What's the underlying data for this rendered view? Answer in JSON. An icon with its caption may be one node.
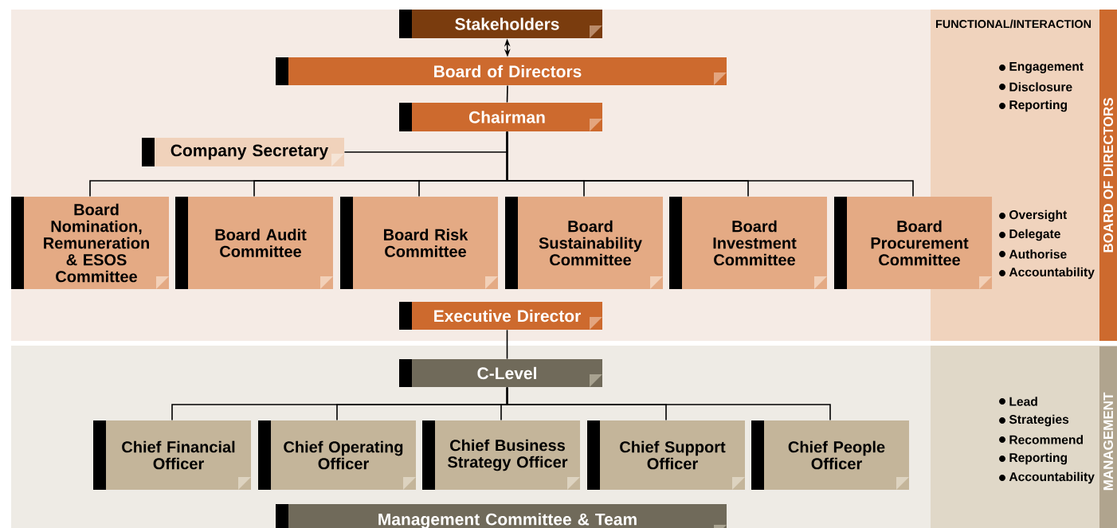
{
  "diagram": {
    "nodes": [
      {
        "text": [
          "Stakeholders"
        ]
      },
      {
        "text": [
          "Board of Directors"
        ]
      },
      {
        "text": [
          "Chairman"
        ]
      },
      {
        "text": [
          "Company Secretary"
        ]
      },
      {
        "text": [
          "Board Nomination, Remuneration & ESOS Committee"
        ]
      },
      {
        "text": [
          "Board Audit Committee"
        ]
      },
      {
        "text": [
          "Board Risk Committee"
        ]
      },
      {
        "text": [
          "Board Sustainability Committee"
        ]
      },
      {
        "text": [
          "Board Investment Committee"
        ]
      },
      {
        "text": [
          "Board Procurement Committee"
        ]
      },
      {
        "text": [
          "Executive Director"
        ]
      },
      {
        "text": [
          "C-Level"
        ]
      },
      {
        "text": [
          "Chief Financial Officer"
        ]
      },
      {
        "text": [
          "Chief Operating Officer"
        ]
      },
      {
        "text": [
          "Chief Business Strategy Officer"
        ]
      },
      {
        "text": [
          "Chief Support Officer"
        ]
      },
      {
        "text": [
          "Chief People Officer"
        ]
      },
      {
        "text": [
          "Management Committee & Team"
        ]
      },
      {
        "text": [
          "BOARD OF DIRECTORS"
        ]
      },
      {
        "text": [
          "MANAGEMENT"
        ]
      }
    ],
    "edges": [
      {
        "from": 0,
        "to": 1,
        "arrow": "both"
      },
      {
        "from": 1,
        "to": 2,
        "arrow": "none"
      },
      {
        "from": 2,
        "to": 3,
        "arrow": "none"
      },
      {
        "from": 2,
        "to": 4,
        "arrow": "none"
      },
      {
        "from": 2,
        "to": 5,
        "arrow": "none"
      },
      {
        "from": 2,
        "to": 6,
        "arrow": "none"
      },
      {
        "from": 2,
        "to": 7,
        "arrow": "none"
      },
      {
        "from": 2,
        "to": 8,
        "arrow": "none"
      },
      {
        "from": 2,
        "to": 9,
        "arrow": "none"
      },
      {
        "from": 10,
        "to": 11,
        "arrow": "none"
      },
      {
        "from": 11,
        "to": 12,
        "arrow": "none"
      },
      {
        "from": 11,
        "to": 13,
        "arrow": "none"
      },
      {
        "from": 11,
        "to": 14,
        "arrow": "none"
      },
      {
        "from": 11,
        "to": 15,
        "arrow": "none"
      },
      {
        "from": 11,
        "to": 16,
        "arrow": "none"
      }
    ],
    "labels": [
      "FUNCTIONAL/INTERACTION",
      "Engagement",
      "Disclosure",
      "Reporting",
      "Oversight",
      "Delegate",
      "Authorise",
      "Accountability",
      "Lead",
      "Strategies",
      "Recommend",
      "Reporting",
      "Accountability"
    ]
  }
}
